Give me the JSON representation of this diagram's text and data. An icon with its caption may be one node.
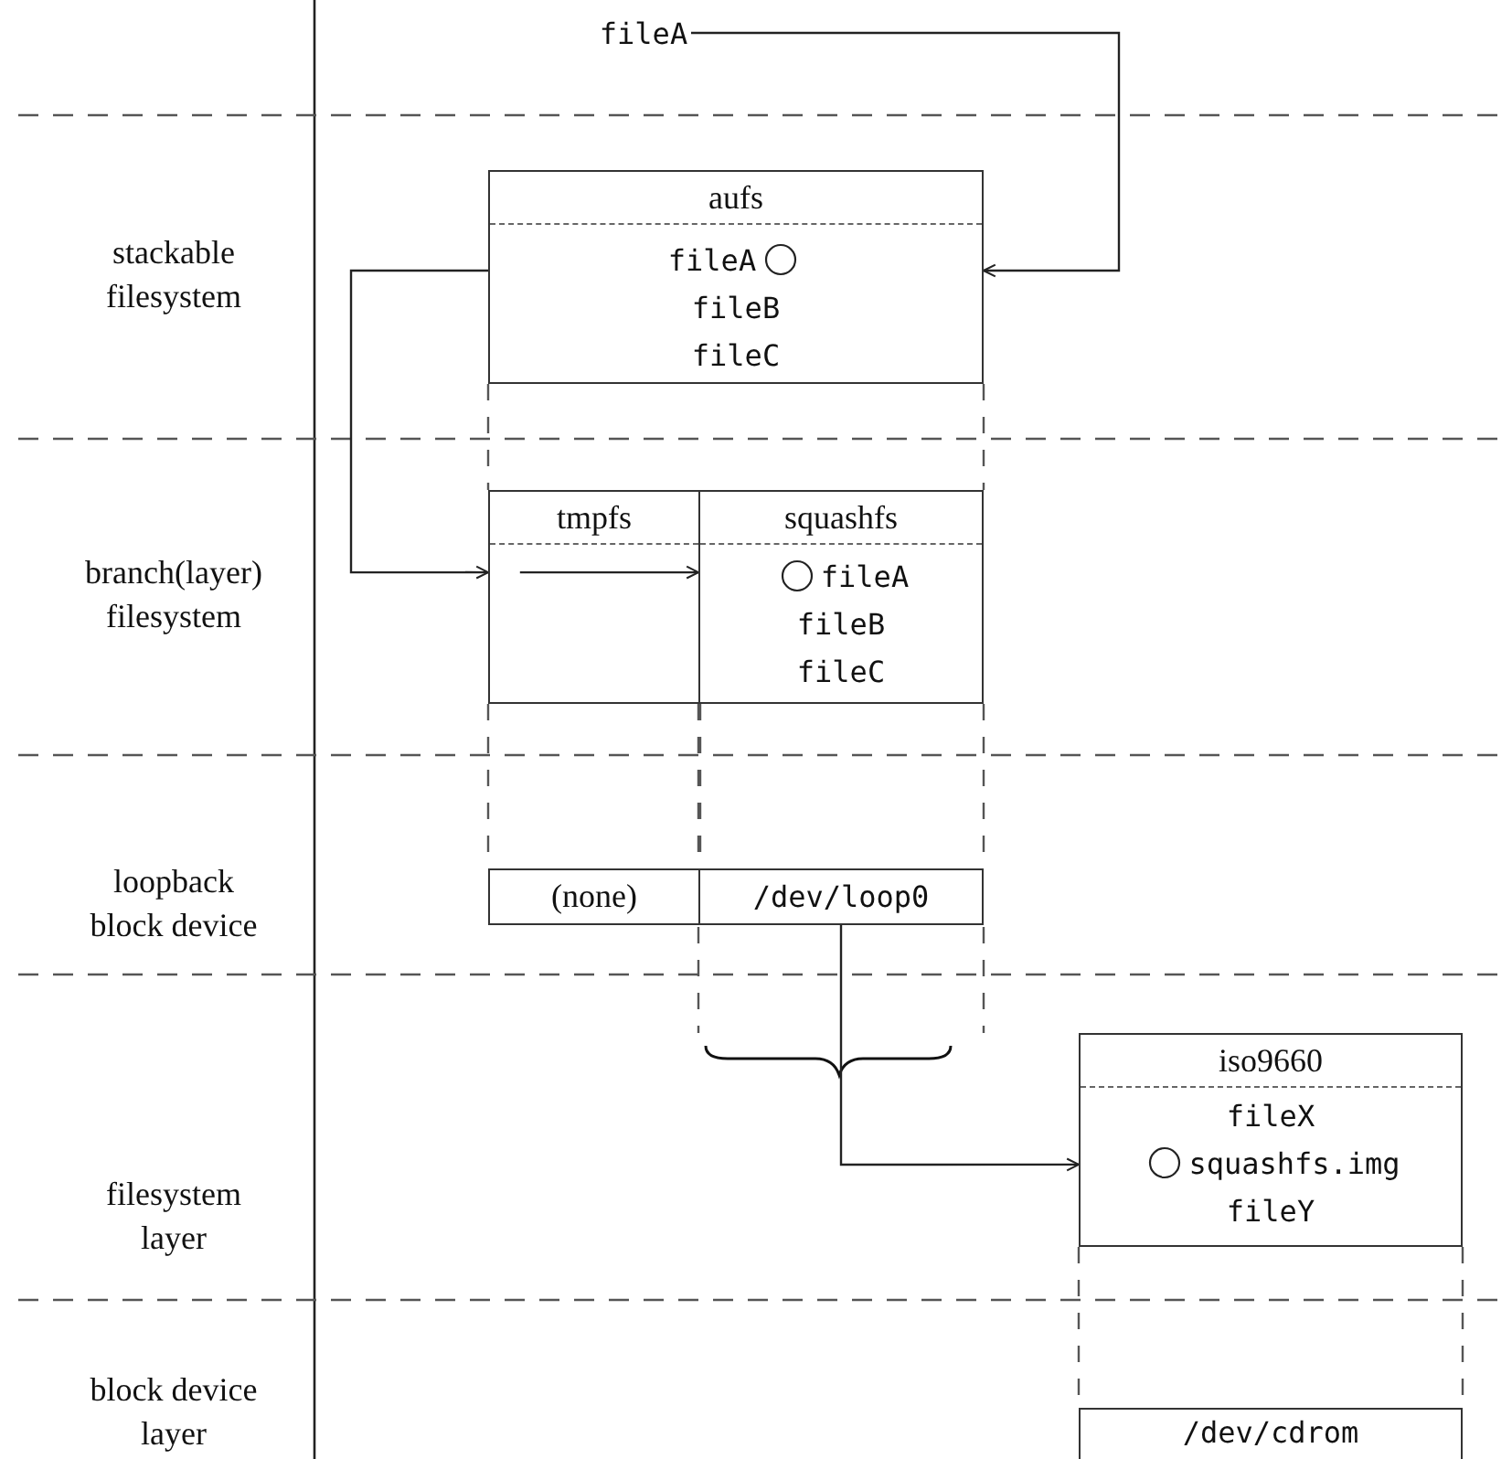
{
  "diagram": {
    "nodes": [
      {
        "text": [
          "fileA"
        ]
      },
      {
        "text": [
          "aufs",
          "fileA",
          "fileB",
          "fileC"
        ]
      },
      {
        "text": [
          "tmpfs"
        ]
      },
      {
        "text": [
          "squashfs",
          "fileA",
          "fileB",
          "fileC"
        ]
      },
      {
        "text": [
          "(none)"
        ]
      },
      {
        "text": [
          "/dev/loop0"
        ]
      },
      {
        "text": [
          "iso9660",
          "fileX",
          "squashfs.img",
          "fileY"
        ]
      },
      {
        "text": [
          "/dev/cdrom"
        ]
      }
    ],
    "edges": [
      {
        "from": 0,
        "to": 1,
        "arrow": "to"
      },
      {
        "from": 1,
        "to": 2,
        "arrow": "to"
      },
      {
        "from": 2,
        "to": 3,
        "arrow": "to"
      },
      {
        "from": 1,
        "to": 2,
        "arrow": "none",
        "style": "dashed"
      },
      {
        "from": 1,
        "to": 3,
        "arrow": "none",
        "style": "dashed"
      },
      {
        "from": 2,
        "to": 4,
        "arrow": "none",
        "style": "dashed"
      },
      {
        "from": 3,
        "to": 5,
        "arrow": "none",
        "style": "dashed"
      },
      {
        "from": 5,
        "to": 6,
        "arrow": "to"
      },
      {
        "from": 6,
        "to": 7,
        "arrow": "none",
        "style": "dashed"
      }
    ],
    "labels": [
      "stackable filesystem",
      "branch(layer) filesystem",
      "loopback block device",
      "filesystem layer",
      "block device layer"
    ]
  }
}
